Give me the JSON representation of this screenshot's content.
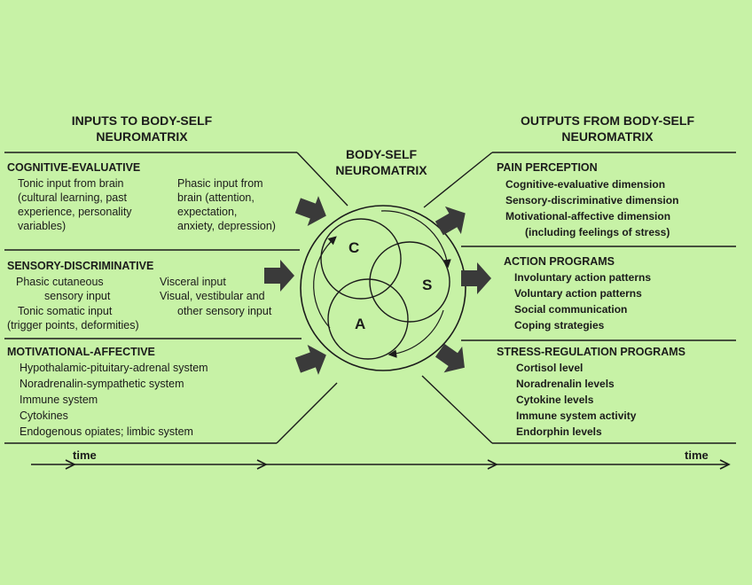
{
  "inputs": {
    "title_line1": "INPUTS TO BODY-SELF",
    "title_line2": "NEUROMATRIX",
    "cognitive": {
      "heading": "COGNITIVE-EVALUATIVE",
      "left": [
        "Tonic input from brain",
        "(cultural learning, past",
        "experience, personality",
        "variables)"
      ],
      "right": [
        "Phasic input from",
        "brain (attention,",
        "expectation,",
        "anxiety, depression)"
      ]
    },
    "sensory": {
      "heading": "SENSORY-DISCRIMINATIVE",
      "left": [
        "Phasic cutaneous",
        "sensory input",
        "Tonic somatic input",
        "(trigger points, deformities)"
      ],
      "right": [
        "Visceral input",
        "Visual, vestibular and",
        "other sensory input"
      ]
    },
    "motivational": {
      "heading": "MOTIVATIONAL-AFFECTIVE",
      "items": [
        "Hypothalamic-pituitary-adrenal system",
        "Noradrenalin-sympathetic system",
        "Immune system",
        "Cytokines",
        "Endogenous opiates; limbic system"
      ]
    }
  },
  "center": {
    "title_line1": "BODY-SELF",
    "title_line2": "NEUROMATRIX",
    "letter_c": "C",
    "letter_s": "S",
    "letter_a": "A"
  },
  "outputs": {
    "title_line1": "OUTPUTS FROM BODY-SELF",
    "title_line2": "NEUROMATRIX",
    "pain": {
      "heading": "PAIN PERCEPTION",
      "items": [
        "Cognitive-evaluative dimension",
        "Sensory-discriminative dimension",
        "Motivational-affective dimension",
        "(including feelings of stress)"
      ]
    },
    "action": {
      "heading": "ACTION PROGRAMS",
      "items": [
        "Involuntary action patterns",
        "Voluntary action patterns",
        "Social communication",
        "Coping strategies"
      ]
    },
    "stress": {
      "heading": "STRESS-REGULATION PROGRAMS",
      "items": [
        "Cortisol level",
        "Noradrenalin levels",
        "Cytokine levels",
        "Immune system activity",
        "Endorphin levels"
      ]
    }
  },
  "timeline": {
    "left_label": "time",
    "right_label": "time"
  },
  "colors": {
    "background": "#c7f2a6",
    "line": "#1b1b1b",
    "arrow_fill": "#3a3a3a"
  }
}
